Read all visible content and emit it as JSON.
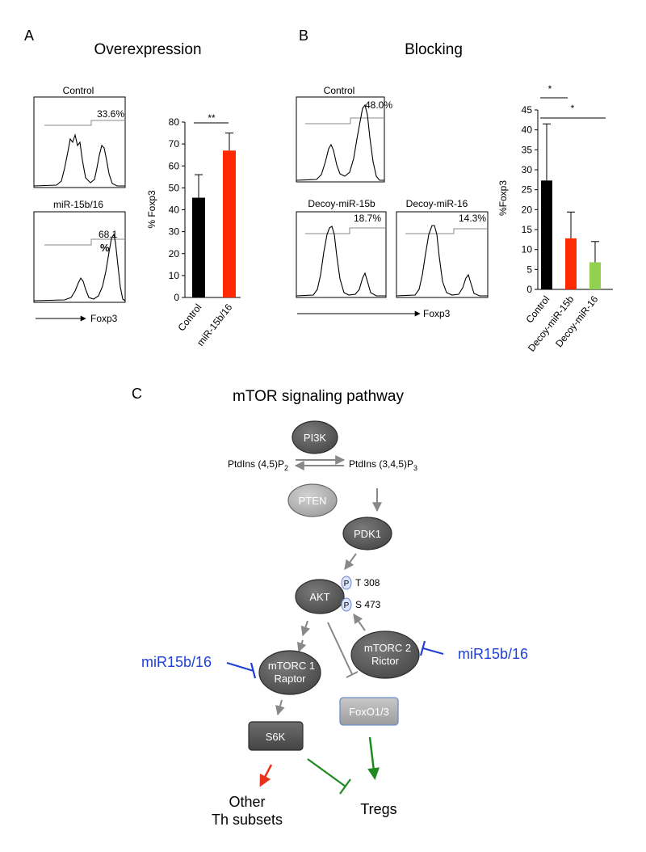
{
  "panel_a": {
    "letter": "A",
    "title": "Overexpression",
    "hist_top_label": "Control",
    "hist_top_pct": "33.6%",
    "hist_bottom_label": "miR-15b/16",
    "hist_bottom_pct_line1": "68.1",
    "hist_bottom_pct_line2": "%",
    "axis_label": "Foxp3"
  },
  "panel_b": {
    "letter": "B",
    "title": "Blocking",
    "hist_top_label": "Control",
    "hist_top_pct": "48.0%",
    "hist_bl_label": "Decoy-miR-15b",
    "hist_bl_pct": "18.7%",
    "hist_br_label": "Decoy-miR-16",
    "hist_br_pct": "14.3%",
    "axis_label": "Foxp3"
  },
  "chart_data": [
    {
      "type": "bar",
      "categories": [
        "Control",
        "miR-15b/16"
      ],
      "values": [
        45.5,
        67
      ],
      "errors": [
        10.5,
        8
      ],
      "colors": [
        "#000000",
        "#ff2a00"
      ],
      "ylabel": "% Foxp3",
      "ylim": [
        0,
        80
      ],
      "yticks": [
        0,
        10,
        20,
        30,
        40,
        50,
        60,
        70,
        80
      ],
      "significance": [
        "**"
      ]
    },
    {
      "type": "bar",
      "categories": [
        "Control",
        "Decoy-miR-15b",
        "Decoy-miR-16"
      ],
      "values": [
        27.3,
        12.8,
        6.8
      ],
      "errors": [
        14.2,
        6.6,
        5.2
      ],
      "colors": [
        "#000000",
        "#ff2a00",
        "#92d050"
      ],
      "ylabel": "%Foxp3",
      "ylim": [
        0,
        45
      ],
      "yticks": [
        0,
        5,
        10,
        15,
        20,
        25,
        30,
        35,
        40,
        45
      ],
      "significance": [
        "*",
        "*"
      ]
    }
  ],
  "panel_c": {
    "letter": "C",
    "title": "mTOR signaling pathway",
    "pi3k": "PI3K",
    "pip2_base": "PtdIns (4,5)P",
    "pip2_sub": "2",
    "pip3_base": "PtdIns (3,4,5)P",
    "pip3_sub": "3",
    "pten": "PTEN",
    "pdk1": "PDK1",
    "akt": "AKT",
    "phospho": "P",
    "t308": "T 308",
    "s473": "S 473",
    "mtorc2_line1": "mTORC 2",
    "mtorc2_line2": "Rictor",
    "mtorc1_line1": "mTORC 1",
    "mtorc1_line2": "Raptor",
    "mir_left": "miR15b/16",
    "mir_right": "miR15b/16",
    "s6k": "S6K",
    "foxo": "FoxO1/3",
    "other_line1": "Other",
    "other_line2": "Th subsets",
    "tregs": "Tregs",
    "colors": {
      "inhibitor": "#1f3fd6",
      "green": "#1f8a1f",
      "red": "#e8321e",
      "node": "#555555",
      "pten": "#b4b4b4"
    }
  }
}
